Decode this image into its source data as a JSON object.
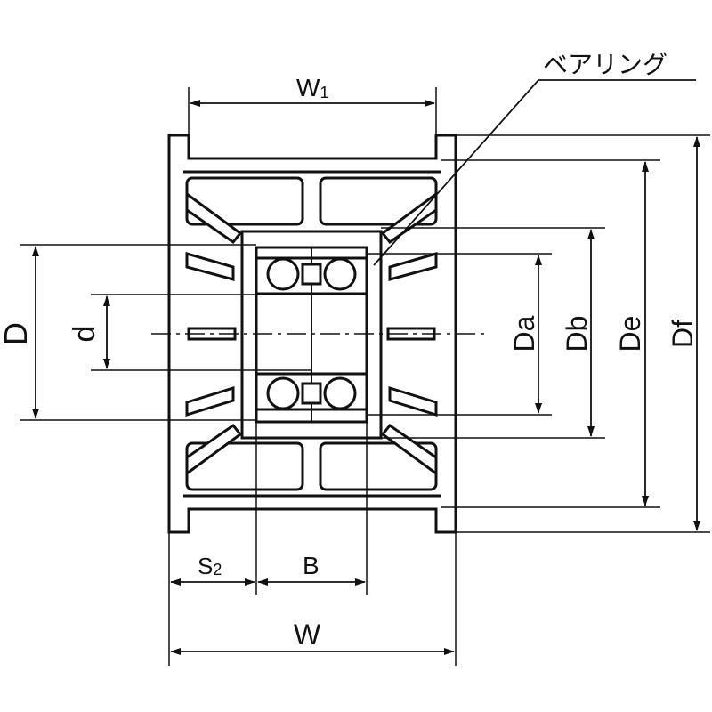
{
  "callout": {
    "label": "ベアリング"
  },
  "dimensions": {
    "w1_main": "W",
    "w1_sub": "1",
    "d_outer": "D",
    "d_inner": "d",
    "da": "Da",
    "db": "Db",
    "de": "De",
    "df": "Df",
    "s2_main": "S",
    "s2_sub": "2",
    "b": "B",
    "w": "W"
  },
  "colors": {
    "line": "#111111",
    "body": "#ffffff"
  }
}
